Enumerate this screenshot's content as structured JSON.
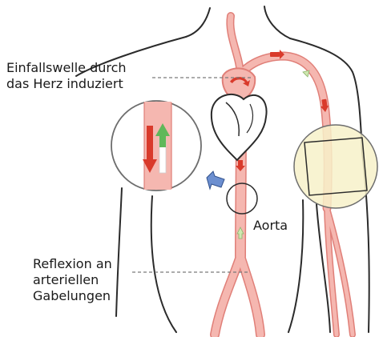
{
  "labels": {
    "incident_wave": [
      "Einfallswelle durch",
      "das Herz induziert"
    ],
    "aorta": "Aorta",
    "reflection": [
      "Reflexion an",
      "arteriellen",
      "Gabelungen"
    ]
  },
  "colors": {
    "outline": "#2b2b2b",
    "vessel_fill": "#f5b7b0",
    "vessel_stroke": "#e07f78",
    "arrow_red": "#d93a2b",
    "arrow_green": "#5fb85a",
    "cuff_fill": "#f7f1c9",
    "cuff_stroke": "#6d6d6d",
    "blue_arrow": "#6c8fd0",
    "dashed_line": "#7a7a7a"
  },
  "icons": {
    "heart": "heart-icon",
    "forward_wave": "red-down-arrow-icon",
    "reflected_wave": "green-up-arrow-icon",
    "magnifier_pointer": "blue-arrow-icon"
  }
}
